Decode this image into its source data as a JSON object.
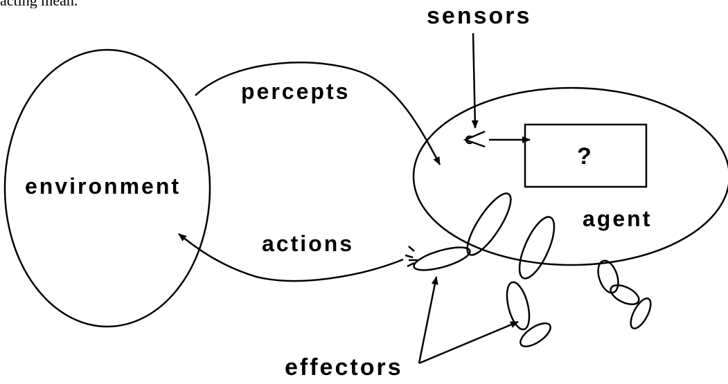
{
  "caption_fragment": "acting mean.",
  "labels": {
    "sensors": "sensors",
    "percepts": "percepts",
    "environment": "environment",
    "question": "?",
    "agent": "agent",
    "actions": "actions",
    "effectors": "effectors"
  },
  "colors": {
    "stroke": "#000000",
    "background": "#ffffff"
  }
}
